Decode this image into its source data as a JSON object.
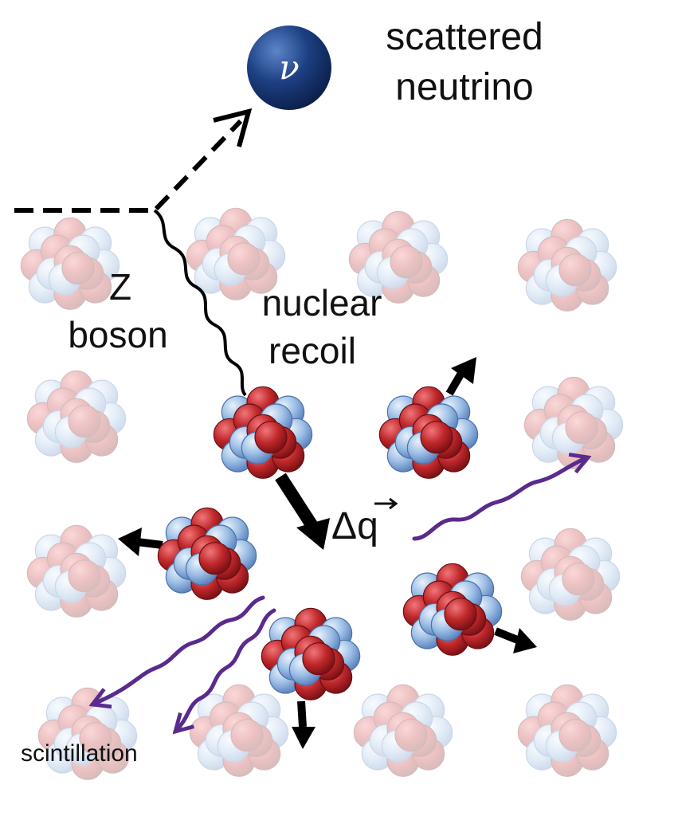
{
  "labels": {
    "scattered": "scattered",
    "neutrino": "neutrino",
    "z": "Z",
    "boson": "boson",
    "nuclear": "nuclear",
    "recoil": "recoil",
    "delta_q": "Δq",
    "scintillation": "scintillation",
    "nu_symbol": "ν"
  },
  "colors": {
    "proton": "#c0282b",
    "neutron": "#8fb4e0",
    "neutrino_sphere": "#1d3f82",
    "photon": "#5a2a8c",
    "arrow": "#000000"
  }
}
